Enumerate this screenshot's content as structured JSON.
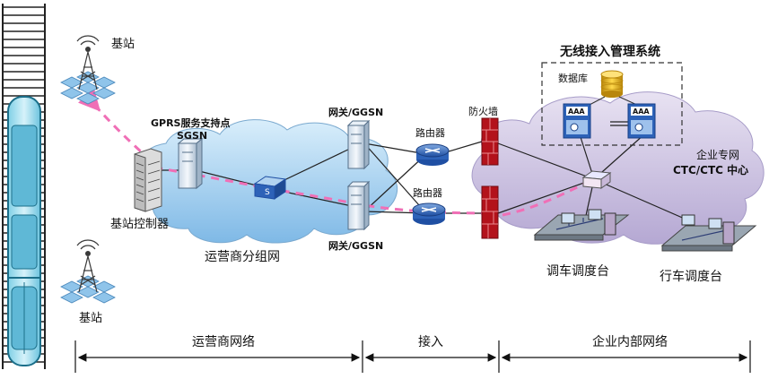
{
  "labels": {
    "base_station_top": "基站",
    "base_station_bottom": "基站",
    "sgsn_title": "GPRS服务支持点",
    "sgsn": "SGSN",
    "bsc": "基站控制器",
    "operator_packet_net": "运营商分组网",
    "ggsn_top": "网关/GGSN",
    "ggsn_bottom": "网关/GGSN",
    "router_top": "路由器",
    "router_bottom": "路由器",
    "firewall": "防火墙",
    "wireless_mgmt": "无线接入管理系统",
    "database": "数据库",
    "aaa_left": "AAA",
    "aaa_right": "AAA",
    "enterprise_net": "企业专网",
    "ctc_center": "CTC/CTC 中心",
    "shunting_console": "调车调度台",
    "train_console": "行车调度台"
  },
  "bottom_bar": {
    "operator_network": "运营商网络",
    "access": "接入",
    "enterprise_internal": "企业内部网络"
  },
  "colors": {
    "cloud_operator": "#a9d3f0",
    "cloud_enterprise": "#c9bedf",
    "dash_path": "#f06fb6",
    "firewall": "#b3121b",
    "track": "#222222"
  }
}
